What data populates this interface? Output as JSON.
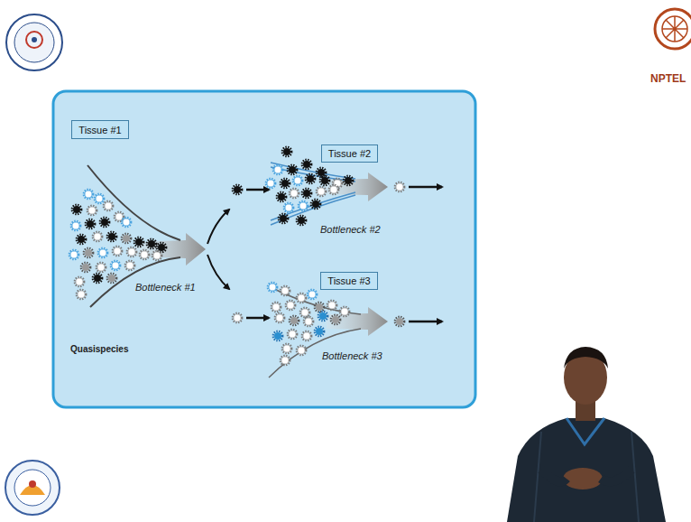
{
  "diagram": {
    "nodes": [
      {
        "text": [
          "Tissue #1"
        ]
      },
      {
        "text": [
          "Tissue #2"
        ]
      },
      {
        "text": [
          "Tissue #3"
        ]
      }
    ],
    "labels": [
      "NPTEL",
      "Bottleneck #1",
      "Quasispecies",
      "Bottleneck #2",
      "Bottleneck #3"
    ]
  }
}
